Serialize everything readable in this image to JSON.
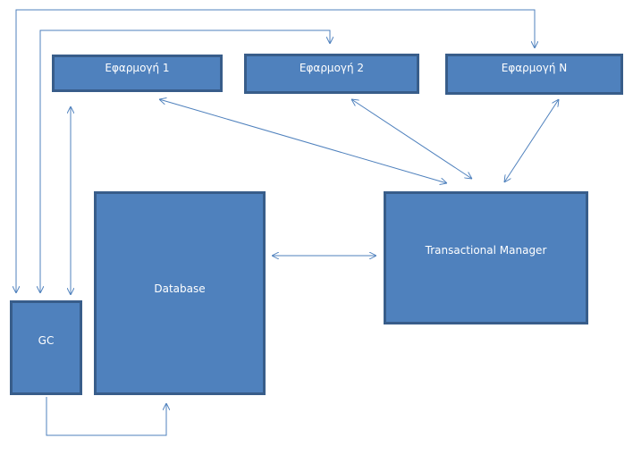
{
  "diagram": {
    "nodes": {
      "app1": {
        "label": "Εφαρμογή 1"
      },
      "app2": {
        "label": "Εφαρμογή 2"
      },
      "appn": {
        "label": "Εφαρμογή Ν"
      },
      "database": {
        "label": "Database"
      },
      "transactional_manager": {
        "label": "Transactional Manager"
      },
      "gc": {
        "label": "GC"
      }
    },
    "edges": [
      {
        "from": "gc",
        "to": "app1",
        "direction": "both"
      },
      {
        "from": "gc",
        "to": "app2",
        "direction": "both"
      },
      {
        "from": "gc",
        "to": "appn",
        "direction": "both"
      },
      {
        "from": "gc",
        "to": "database",
        "direction": "forward"
      },
      {
        "from": "app1",
        "to": "transactional_manager",
        "direction": "both"
      },
      {
        "from": "app2",
        "to": "transactional_manager",
        "direction": "both"
      },
      {
        "from": "appn",
        "to": "transactional_manager",
        "direction": "both"
      },
      {
        "from": "database",
        "to": "transactional_manager",
        "direction": "both"
      }
    ],
    "colors": {
      "box_fill": "#4f81bd",
      "box_border": "#385d8a",
      "connector": "#4f81bd",
      "text": "#ffffff"
    }
  }
}
